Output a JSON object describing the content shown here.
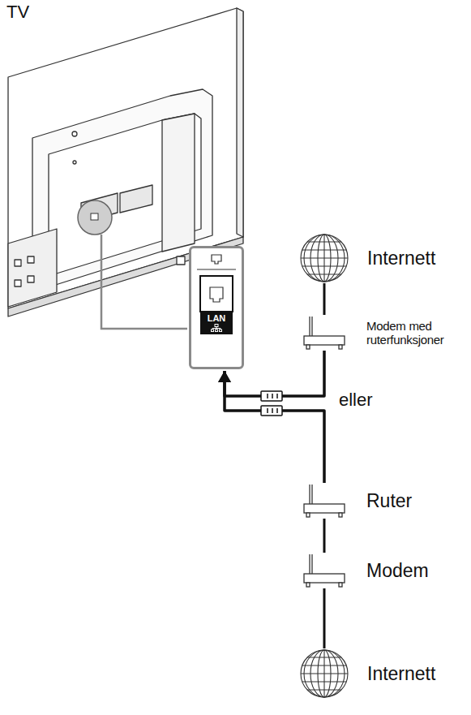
{
  "diagram": {
    "nodes": [
      {
        "text": [
          "LAN"
        ]
      },
      {
        "text": [
          "Internett"
        ]
      },
      {
        "text": [
          "Modem med ruterfunksjoner"
        ]
      },
      {
        "text": [
          "Ruter"
        ]
      },
      {
        "text": [
          "Modem"
        ]
      },
      {
        "text": [
          "Internett"
        ]
      }
    ],
    "edges": [
      {
        "from": 1,
        "to": 2,
        "arrow": "none"
      },
      {
        "from": 2,
        "to": 0,
        "arrow": "to"
      },
      {
        "from": 3,
        "to": 0,
        "arrow": "to"
      },
      {
        "from": 4,
        "to": 3,
        "arrow": "none"
      },
      {
        "from": 5,
        "to": 4,
        "arrow": "none"
      }
    ],
    "labels": [
      "TV",
      "eller"
    ]
  }
}
